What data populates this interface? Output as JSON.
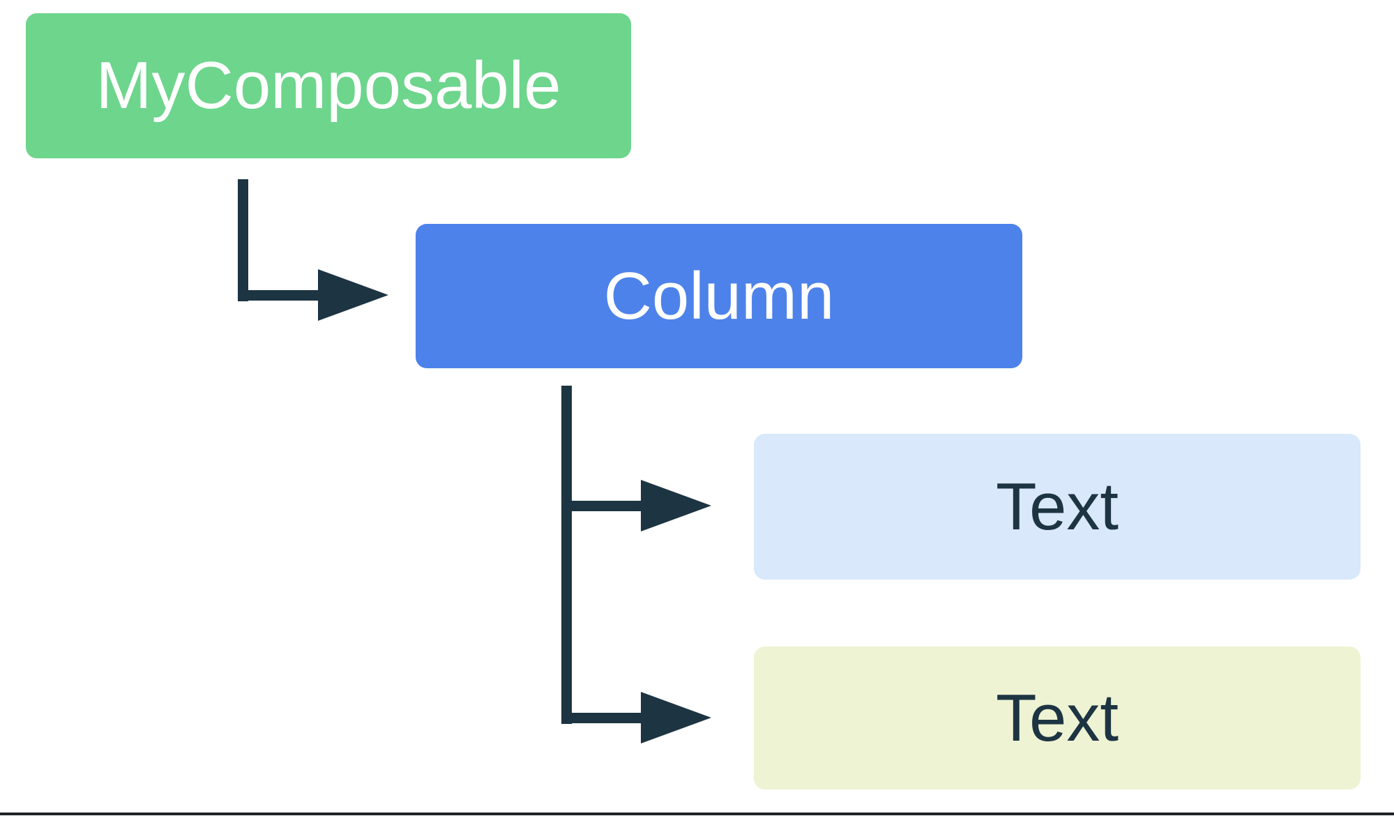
{
  "diagram": {
    "type": "tree",
    "nodes": {
      "root": {
        "label": "MyComposable",
        "fill": "#6dd58c",
        "text_color": "#ffffff"
      },
      "column": {
        "label": "Column",
        "fill": "#4d82ea",
        "text_color": "#ffffff"
      },
      "text1": {
        "label": "Text",
        "fill": "#d9e8fa",
        "text_color": "#1d3442"
      },
      "text2": {
        "label": "Text",
        "fill": "#eef3d3",
        "text_color": "#1d3442"
      }
    },
    "edges": [
      {
        "from": "root",
        "to": "column"
      },
      {
        "from": "column",
        "to": "text1"
      },
      {
        "from": "column",
        "to": "text2"
      }
    ],
    "arrow_color": "#1d3442",
    "bottom_rule_color": "#1e2227",
    "background_color": "#ffffff"
  }
}
